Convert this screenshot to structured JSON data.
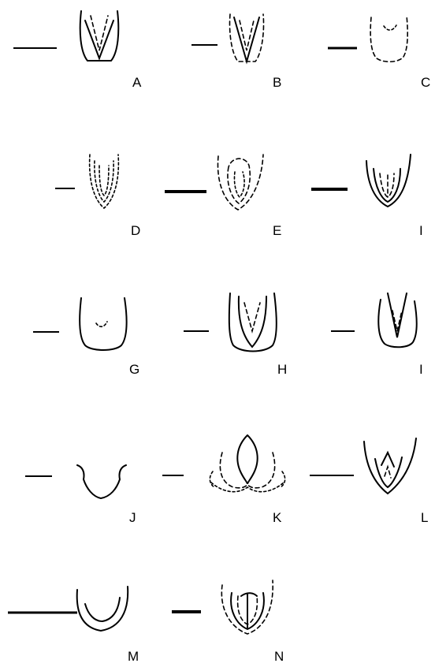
{
  "figure": {
    "panels": [
      {
        "id": "A",
        "label": "A",
        "icon": "chevron-outline"
      },
      {
        "id": "B",
        "label": "B",
        "icon": "narrow-chevron-outline"
      },
      {
        "id": "C",
        "label": "C",
        "icon": "dashed-cup-outline"
      },
      {
        "id": "D",
        "label": "D",
        "icon": "dotted-nested-outline"
      },
      {
        "id": "E",
        "label": "E",
        "icon": "dashed-teardrop-outline"
      },
      {
        "id": "F",
        "label": "I",
        "icon": "nested-v-outline"
      },
      {
        "id": "G",
        "label": "G",
        "icon": "u-cup-outline"
      },
      {
        "id": "H",
        "label": "H",
        "icon": "box-u-outline"
      },
      {
        "id": "I",
        "label": "I",
        "icon": "trident-u-outline"
      },
      {
        "id": "J",
        "label": "J",
        "icon": "notched-v-outline"
      },
      {
        "id": "K",
        "label": "K",
        "icon": "lobed-flame-outline"
      },
      {
        "id": "L",
        "label": "L",
        "icon": "spiky-v-outline"
      },
      {
        "id": "M",
        "label": "M",
        "icon": "double-u-outline"
      },
      {
        "id": "N",
        "label": "N",
        "icon": "dashed-nested-v-outline"
      }
    ]
  }
}
